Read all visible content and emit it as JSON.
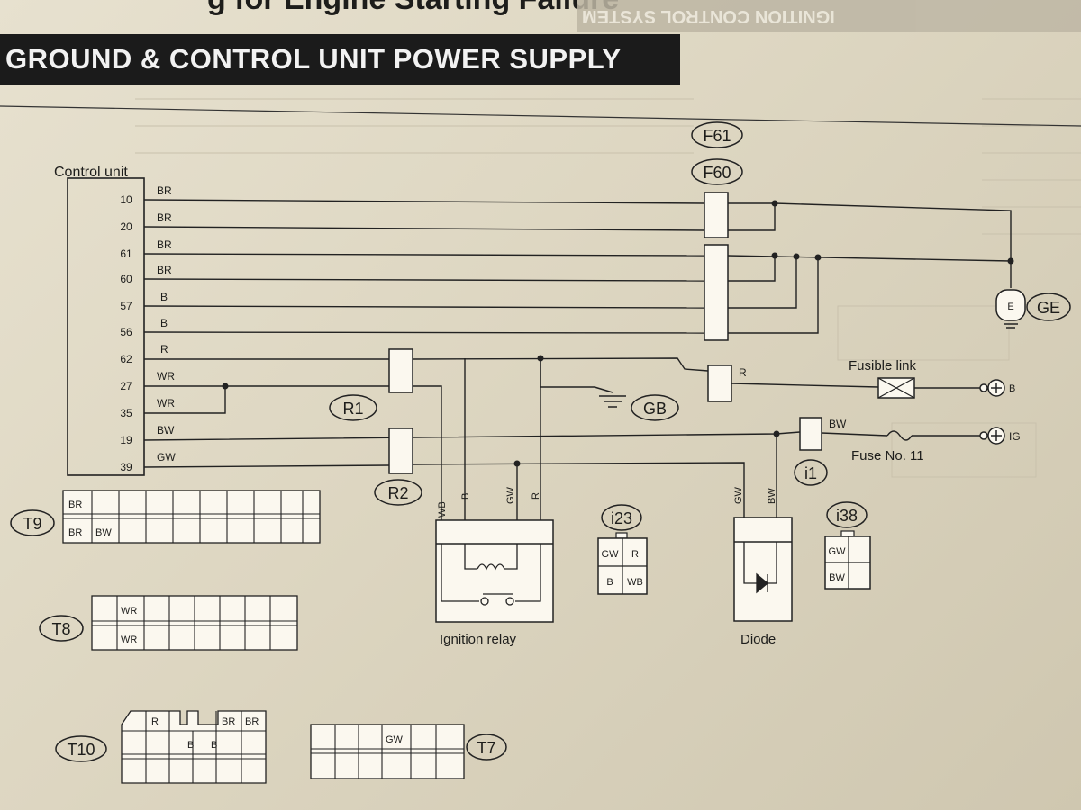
{
  "header": {
    "top_text": "g for Engine Starting Failure",
    "banner": "GROUND & CONTROL UNIT POWER SUPPLY",
    "right_tab": "IGNITION CONTROL SYSTEM"
  },
  "control_unit": {
    "label": "Control unit",
    "pins": [
      {
        "pin": "10",
        "wire": "BR"
      },
      {
        "pin": "20",
        "wire": "BR"
      },
      {
        "pin": "61",
        "wire": "BR"
      },
      {
        "pin": "60",
        "wire": "BR"
      },
      {
        "pin": "57",
        "wire": "B"
      },
      {
        "pin": "56",
        "wire": "B"
      },
      {
        "pin": "62",
        "wire": "R"
      },
      {
        "pin": "27",
        "wire": "WR"
      },
      {
        "pin": "35",
        "wire": "WR"
      },
      {
        "pin": "19",
        "wire": "BW"
      },
      {
        "pin": "39",
        "wire": "GW"
      }
    ]
  },
  "connectors": {
    "f61": "F61",
    "f60": "F60",
    "r1": "R1",
    "r2": "R2",
    "i1": "i1",
    "i23": "i23",
    "i38": "i38",
    "ge": "GE",
    "gb": "GB",
    "t9": "T9",
    "t8": "T8",
    "t10": "T10",
    "t7": "T7",
    "e": "E"
  },
  "labels": {
    "fusible_link": "Fusible link",
    "fuse_no11": "Fuse No. 11",
    "ignition_relay": "Ignition relay",
    "diode": "Diode",
    "battery_b": "B",
    "battery_ig": "IG",
    "wire_r_relay": "R",
    "wire_bw_i1": "BW",
    "relay_wires": [
      "WB",
      "B",
      "GW",
      "R"
    ],
    "diode_wires": [
      "GW",
      "BW"
    ]
  },
  "i23_cells": [
    "GW",
    "R",
    "B",
    "WB"
  ],
  "i38_cells": [
    "GW",
    "BW"
  ],
  "t9_cells": [
    "BR",
    "BR",
    "BW"
  ],
  "t8_cells": [
    "WR",
    "WR"
  ],
  "t10_cells": [
    "R",
    "BR",
    "BR",
    "B",
    "B"
  ],
  "t7_cells": [
    "GW"
  ]
}
